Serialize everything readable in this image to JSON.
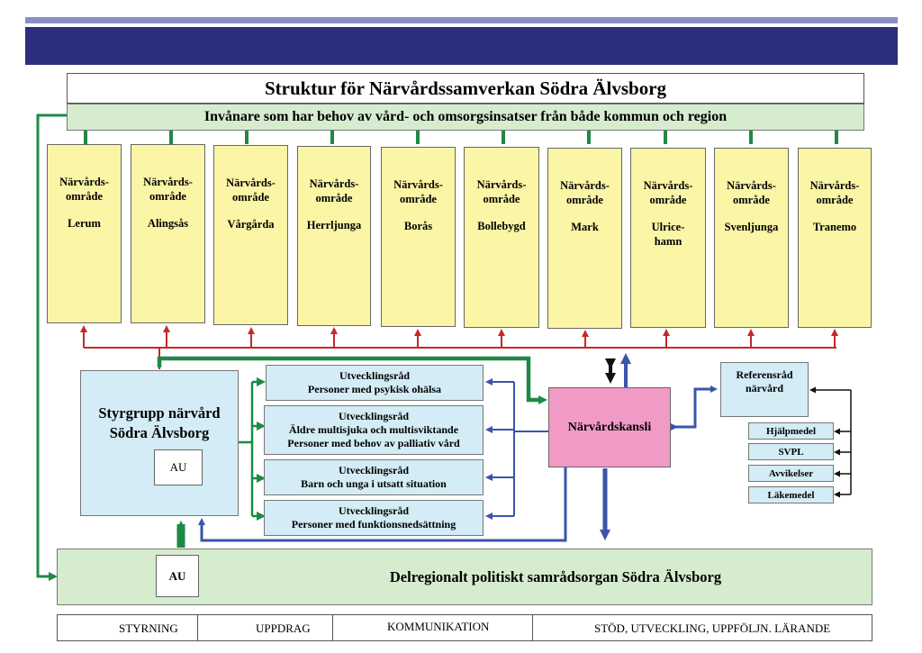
{
  "title": "Struktur för Närvårdssamverkan Södra Älvsborg",
  "citizens": "Invånare som har behov av vård- och omsorgsinsatser från både kommun och region",
  "areas": [
    {
      "l1": "Närvårds-",
      "l2": "område",
      "name": "Lerum"
    },
    {
      "l1": "Närvårds-",
      "l2": "område",
      "name": "Alingsås"
    },
    {
      "l1": "Närvårds-",
      "l2": "område",
      "name": "Vårgårda"
    },
    {
      "l1": "Närvårds-",
      "l2": "område",
      "name": "Herrljunga"
    },
    {
      "l1": "Närvårds-",
      "l2": "område",
      "name": "Borås"
    },
    {
      "l1": "Närvårds-",
      "l2": "område",
      "name": "Bollebygd"
    },
    {
      "l1": "Närvårds-",
      "l2": "område",
      "name": "Mark"
    },
    {
      "l1": "Närvårds-",
      "l2": "område",
      "name": "Ulrice-",
      "name2": "hamn"
    },
    {
      "l1": "Närvårds-",
      "l2": "område",
      "name": "Svenljunga"
    },
    {
      "l1": "Närvårds-",
      "l2": "område",
      "name": "Tranemo"
    }
  ],
  "styrgrupp": {
    "line1": "Styrgrupp närvård",
    "line2": "Södra Älvsborg",
    "au": "AU"
  },
  "councils": [
    {
      "head": "Utvecklingsråd",
      "lines": [
        "Personer med psykisk ohälsa"
      ]
    },
    {
      "head": "Utvecklingsråd",
      "lines": [
        "Äldre multisjuka och multisviktande",
        "Personer med behov av palliativ vård"
      ]
    },
    {
      "head": "Utvecklingsråd",
      "lines": [
        "Barn och unga i utsatt situation"
      ]
    },
    {
      "head": "Utvecklingsråd",
      "lines": [
        "Personer med funktionsnedsättning"
      ]
    }
  ],
  "kansli": "Närvårdskansli",
  "referensrad": {
    "line1": "Referensråd",
    "line2": "närvård"
  },
  "small_groups": [
    "Hjälpmedel",
    "SVPL",
    "Avvikelser",
    "Läkemedel"
  ],
  "political": {
    "label": "Delregionalt politiskt samrådsorgan Södra Älvsborg",
    "au": "AU"
  },
  "legend": [
    {
      "label": "STYRNING",
      "color": "#d42b2b"
    },
    {
      "label": "UPPDRAG",
      "color": "#1f9147"
    },
    {
      "label": "KOMMUNIKATION",
      "color": "#1a1a1a"
    },
    {
      "label": "STÖD, UTVECKLING, UPPFÖLJN. LÄRANDE",
      "color": "#3751a8"
    }
  ],
  "colors": {
    "styrning": "#c62828",
    "uppdrag": "#1e8a45",
    "kommunikation": "#111111",
    "stod": "#3a55aa"
  }
}
